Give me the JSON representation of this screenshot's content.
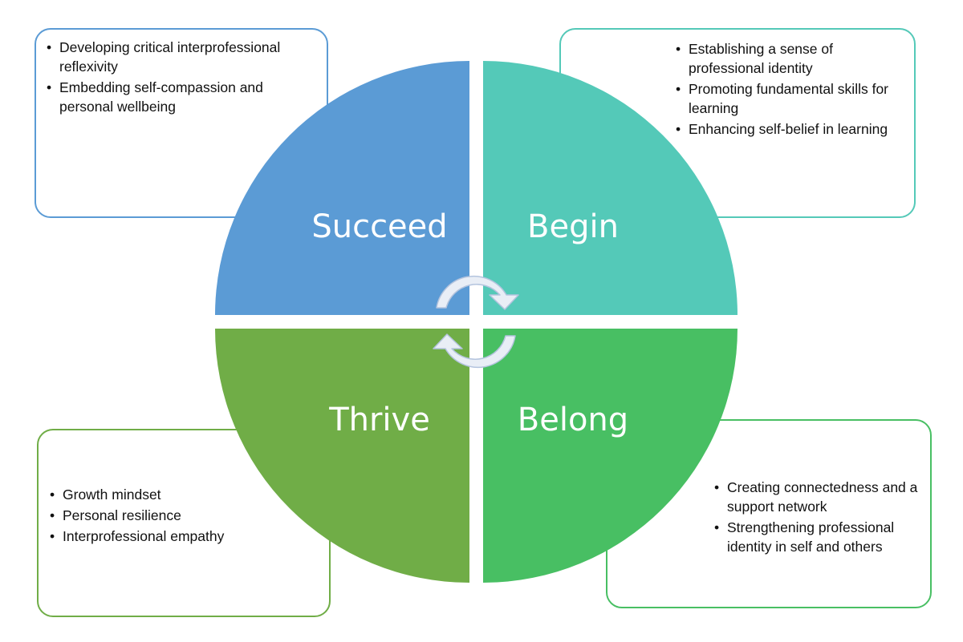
{
  "colors": {
    "succeed": "#5b9bd5",
    "begin": "#54c9b8",
    "thrive": "#70ad47",
    "belong": "#48bf63",
    "arrow_fill": "#e9eef6",
    "arrow_stroke": "#b4c4de"
  },
  "quadrants": {
    "succeed": {
      "label": "Succeed",
      "items": [
        "Developing critical interprofessional reflexivity",
        "Embedding self-compassion and personal wellbeing"
      ]
    },
    "begin": {
      "label": "Begin",
      "items": [
        "Establishing a sense of professional identity",
        "Promoting fundamental skills for learning",
        "Enhancing self-belief in learning"
      ]
    },
    "thrive": {
      "label": "Thrive",
      "items": [
        "Growth mindset",
        "Personal resilience",
        "Interprofessional empathy"
      ]
    },
    "belong": {
      "label": "Belong",
      "items": [
        "Creating connectedness and a support network",
        "Strengthening professional identity in self and others"
      ]
    }
  },
  "icons": {
    "top_arrow": "clockwise-arrow-icon",
    "bottom_arrow": "clockwise-arrow-icon"
  }
}
